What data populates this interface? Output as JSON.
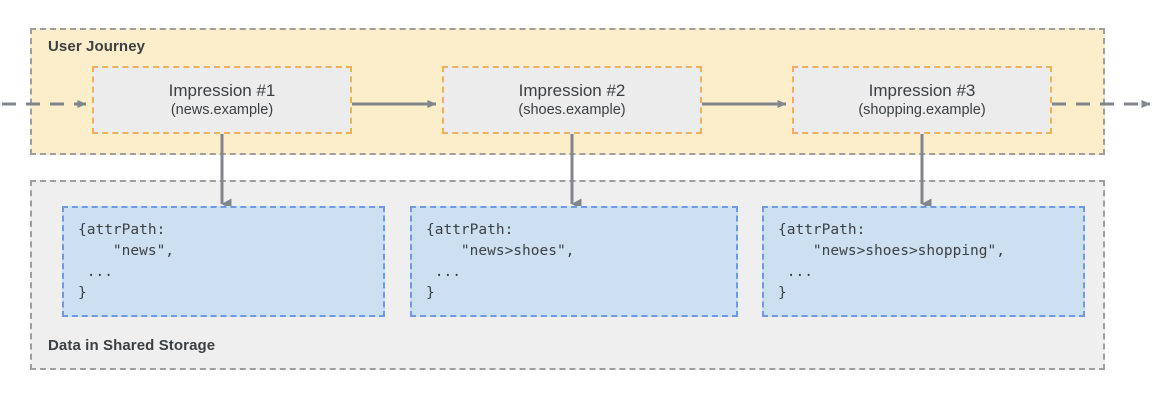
{
  "diagram": {
    "title_journey": "User Journey",
    "title_storage": "Data in Shared Storage",
    "colors": {
      "journey_fill": "#FCEDCB",
      "journey_border": "#9E9E9E",
      "impression_fill": "#ECECEC",
      "impression_border": "#F0B059",
      "storage_fill": "#EFEFEF",
      "storage_border": "#9E9E9E",
      "data_fill": "#CDE0F2",
      "data_border": "#6E9BE0",
      "arrow": "#80868B",
      "text": "#3C4043"
    }
  },
  "impressions": [
    {
      "title": "Impression #1",
      "site": "(news.example)"
    },
    {
      "title": "Impression #2",
      "site": "(shoes.example)"
    },
    {
      "title": "Impression #3",
      "site": "(shopping.example)"
    }
  ],
  "data_boxes": [
    {
      "code": "{attrPath:\n    \"news\",\n ...\n}"
    },
    {
      "code": "{attrPath:\n    \"news>shoes\",\n ...\n}"
    },
    {
      "code": "{attrPath:\n    \"news>shoes>shopping\",\n ...\n}"
    }
  ],
  "arrows": {
    "entry": "dashed-arrow-in",
    "exit": "dashed-arrow-out",
    "between": "solid-arrow-right",
    "down": "solid-arrow-down"
  }
}
